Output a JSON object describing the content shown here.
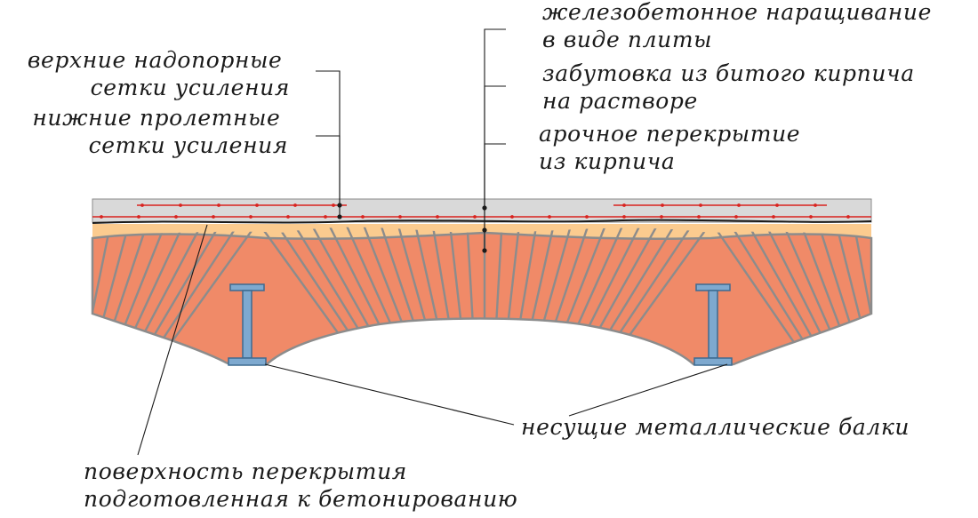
{
  "labels": {
    "top_support_mesh": [
      "верхние надопорные",
      "сетки усиления"
    ],
    "bottom_span_mesh": [
      "нижние пролетные",
      "сетки усиления"
    ],
    "concrete_slab": [
      "железобетонное наращивание",
      "в виде плиты"
    ],
    "brick_fill": [
      "забутовка из битого кирпича",
      "на растворе"
    ],
    "brick_vault": [
      "арочное перекрытие",
      "из кирпича"
    ],
    "steel_beams": [
      "несущие металлические балки"
    ],
    "prepared_surface": [
      "поверхность перекрытия",
      "подготовленная к бетонированию"
    ]
  },
  "colors": {
    "slab": "#d9d9d9",
    "slab_edge": "#8a8a8a",
    "rebar": "#d9231f",
    "fill": "#fbcb8f",
    "brick": "#f08a68",
    "brick_joint": "#8c8c8c",
    "beam": "#7ea9cf",
    "beam_edge": "#3d6b91",
    "text": "#1a1a1a"
  }
}
